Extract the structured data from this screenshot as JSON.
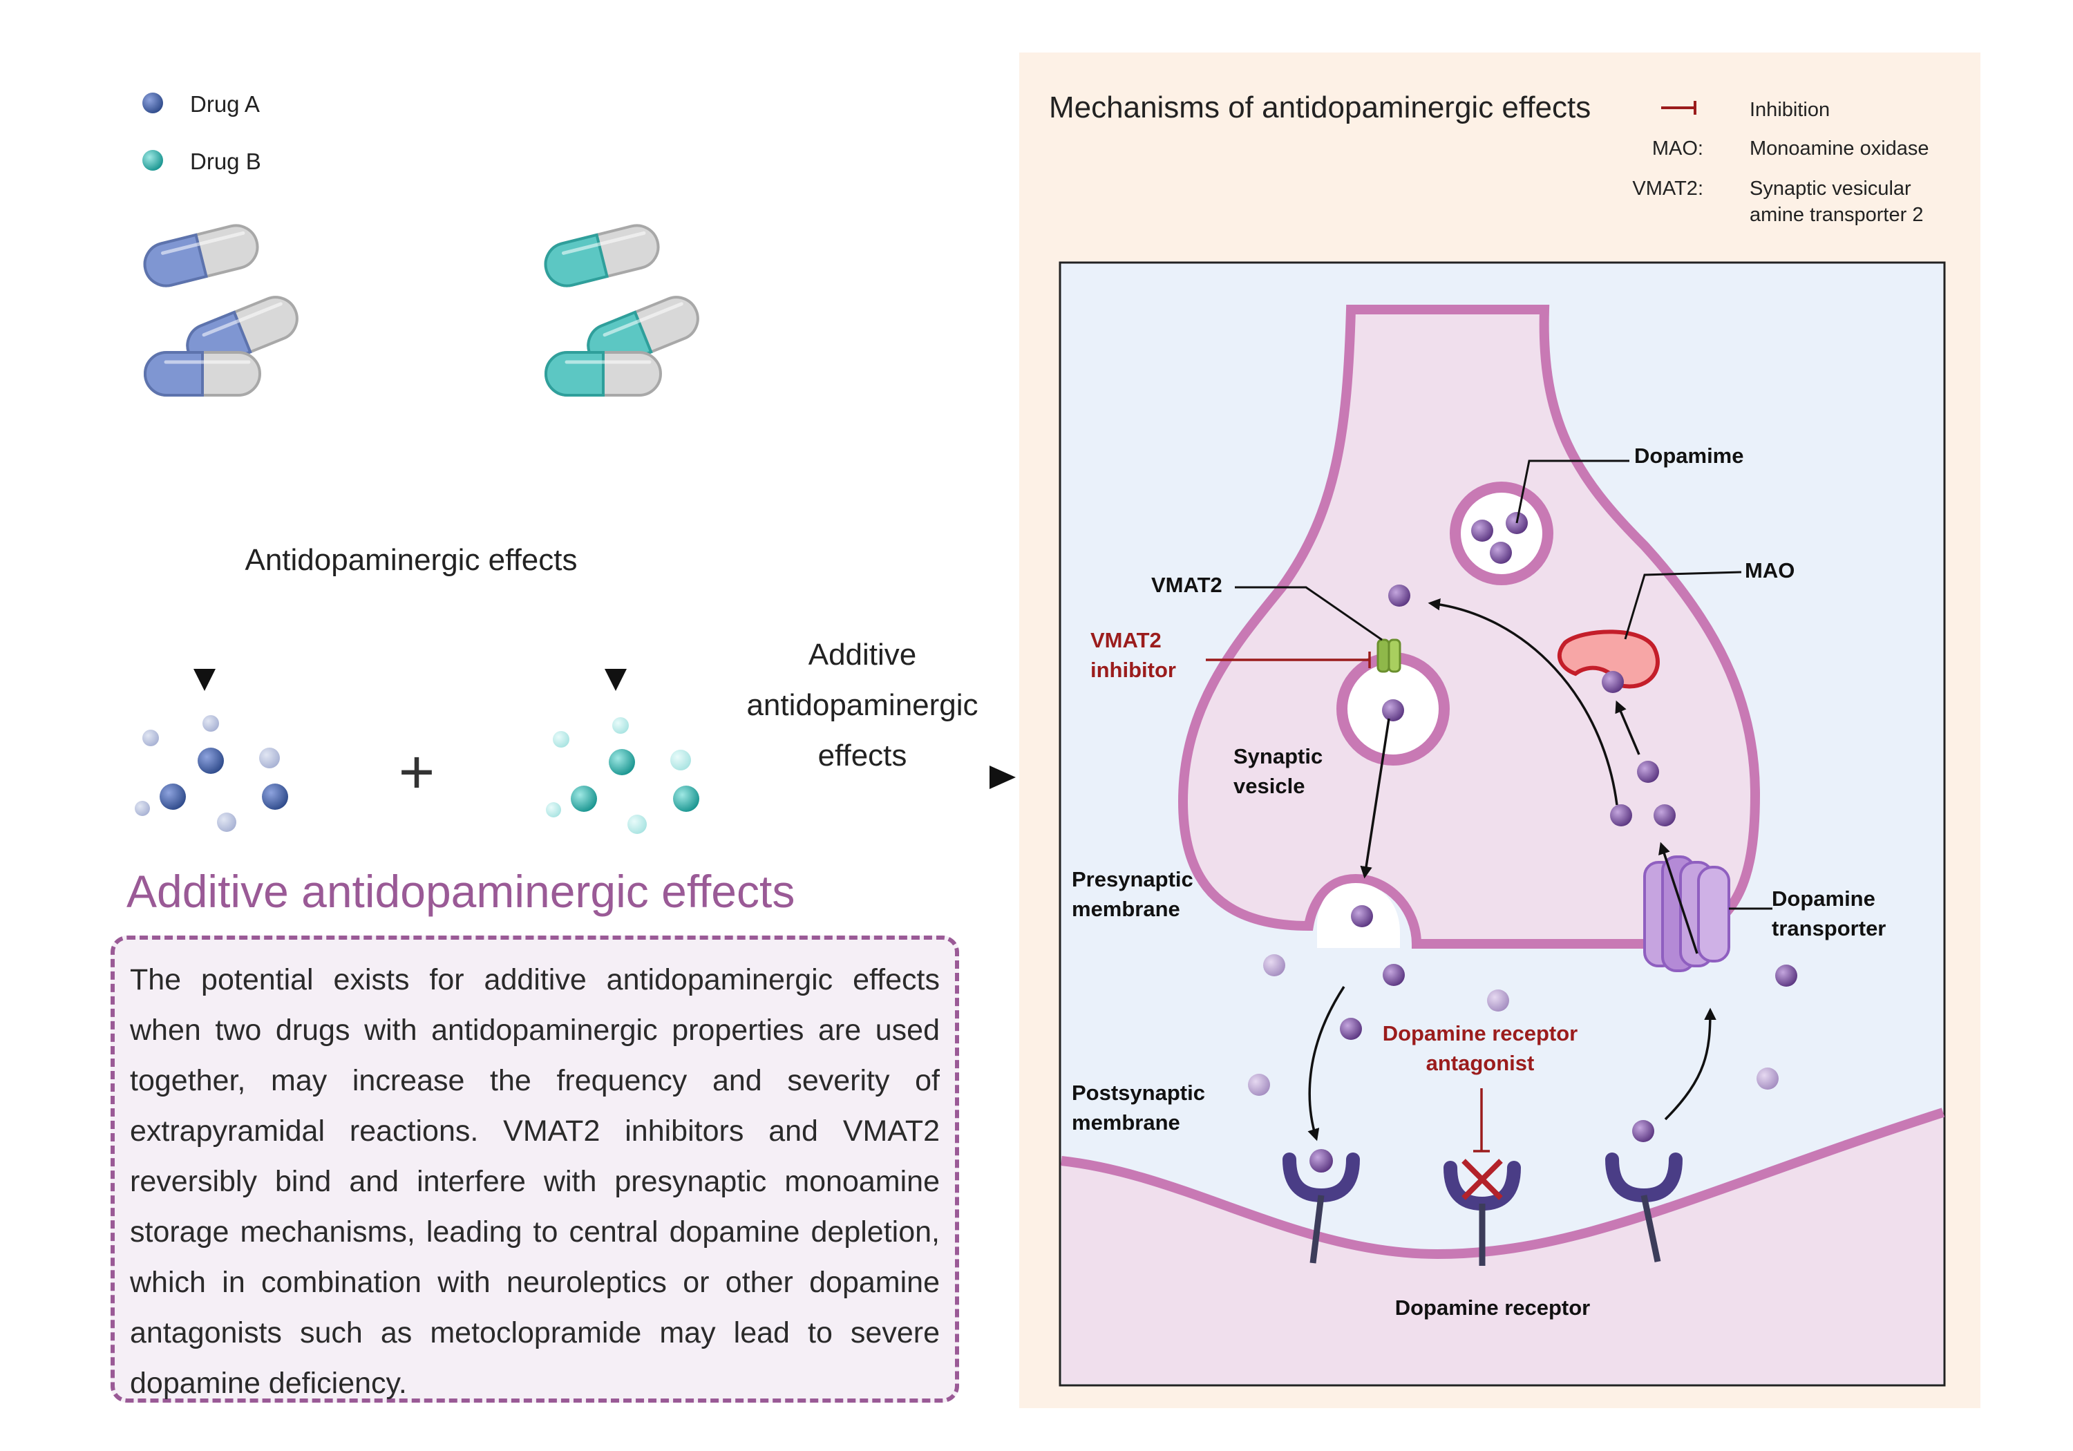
{
  "legend": {
    "drug_a": "Drug A",
    "drug_b": "Drug B"
  },
  "labels": {
    "antidopaminergic_effects": "Antidopaminergic effects",
    "additive_arrow_lines": [
      "Additive",
      "antidopaminergic",
      "effects"
    ],
    "plus_sign": "+"
  },
  "section": {
    "title": "Additive antidopaminergic effects",
    "description": "The potential exists for additive antidopaminergic effects when two drugs with antidopaminergic properties are used together, may increase the frequency and severity of extrapyramidal reactions. VMAT2 inhibitors and VMAT2 reversibly bind and interfere with presynaptic monoamine storage mechanisms, leading to central dopamine depletion, which in combination with neuroleptics or other dopamine antagonists such as metoclopramide may lead to severe dopamine deficiency."
  },
  "mechanism_panel": {
    "title": "Mechanisms of antidopaminergic effects",
    "key": {
      "inhibition": "Inhibition",
      "mao_abbr": "MAO:",
      "mao_full": "Monoamine oxidase",
      "vmat2_abbr": "VMAT2:",
      "vmat2_full_lines": [
        "Synaptic vesicular",
        "amine transporter 2"
      ]
    },
    "diagram_labels": {
      "dopamine": "Dopamime",
      "mao": "MAO",
      "vmat2": "VMAT2",
      "vmat2_inhibitor_lines": [
        "VMAT2",
        "inhibitor"
      ],
      "synaptic_vesicle_lines": [
        "Synaptic",
        "vesicle"
      ],
      "presynaptic_membrane_lines": [
        "Presynaptic",
        "membrane"
      ],
      "dopamine_transporter_lines": [
        "Dopamine",
        "transporter"
      ],
      "receptor_antagonist_lines": [
        "Dopamine receptor",
        "antagonist"
      ],
      "postsynaptic_membrane_lines": [
        "Postsynaptic",
        "membrane"
      ],
      "dopamine_receptor": "Dopamine receptor"
    }
  },
  "colors": {
    "drug_a": "#4a5f9e",
    "drug_b": "#3fb5b3",
    "membrane": "#c879b4",
    "dopamine": "#7a4f9a",
    "inhibition_red": "#9b1c1c",
    "title_purple": "#9a5a96",
    "panel_bg": "#fdf1e6",
    "cleft_bg": "#eaf1fa",
    "neuron_fill": "#f0dfed"
  }
}
